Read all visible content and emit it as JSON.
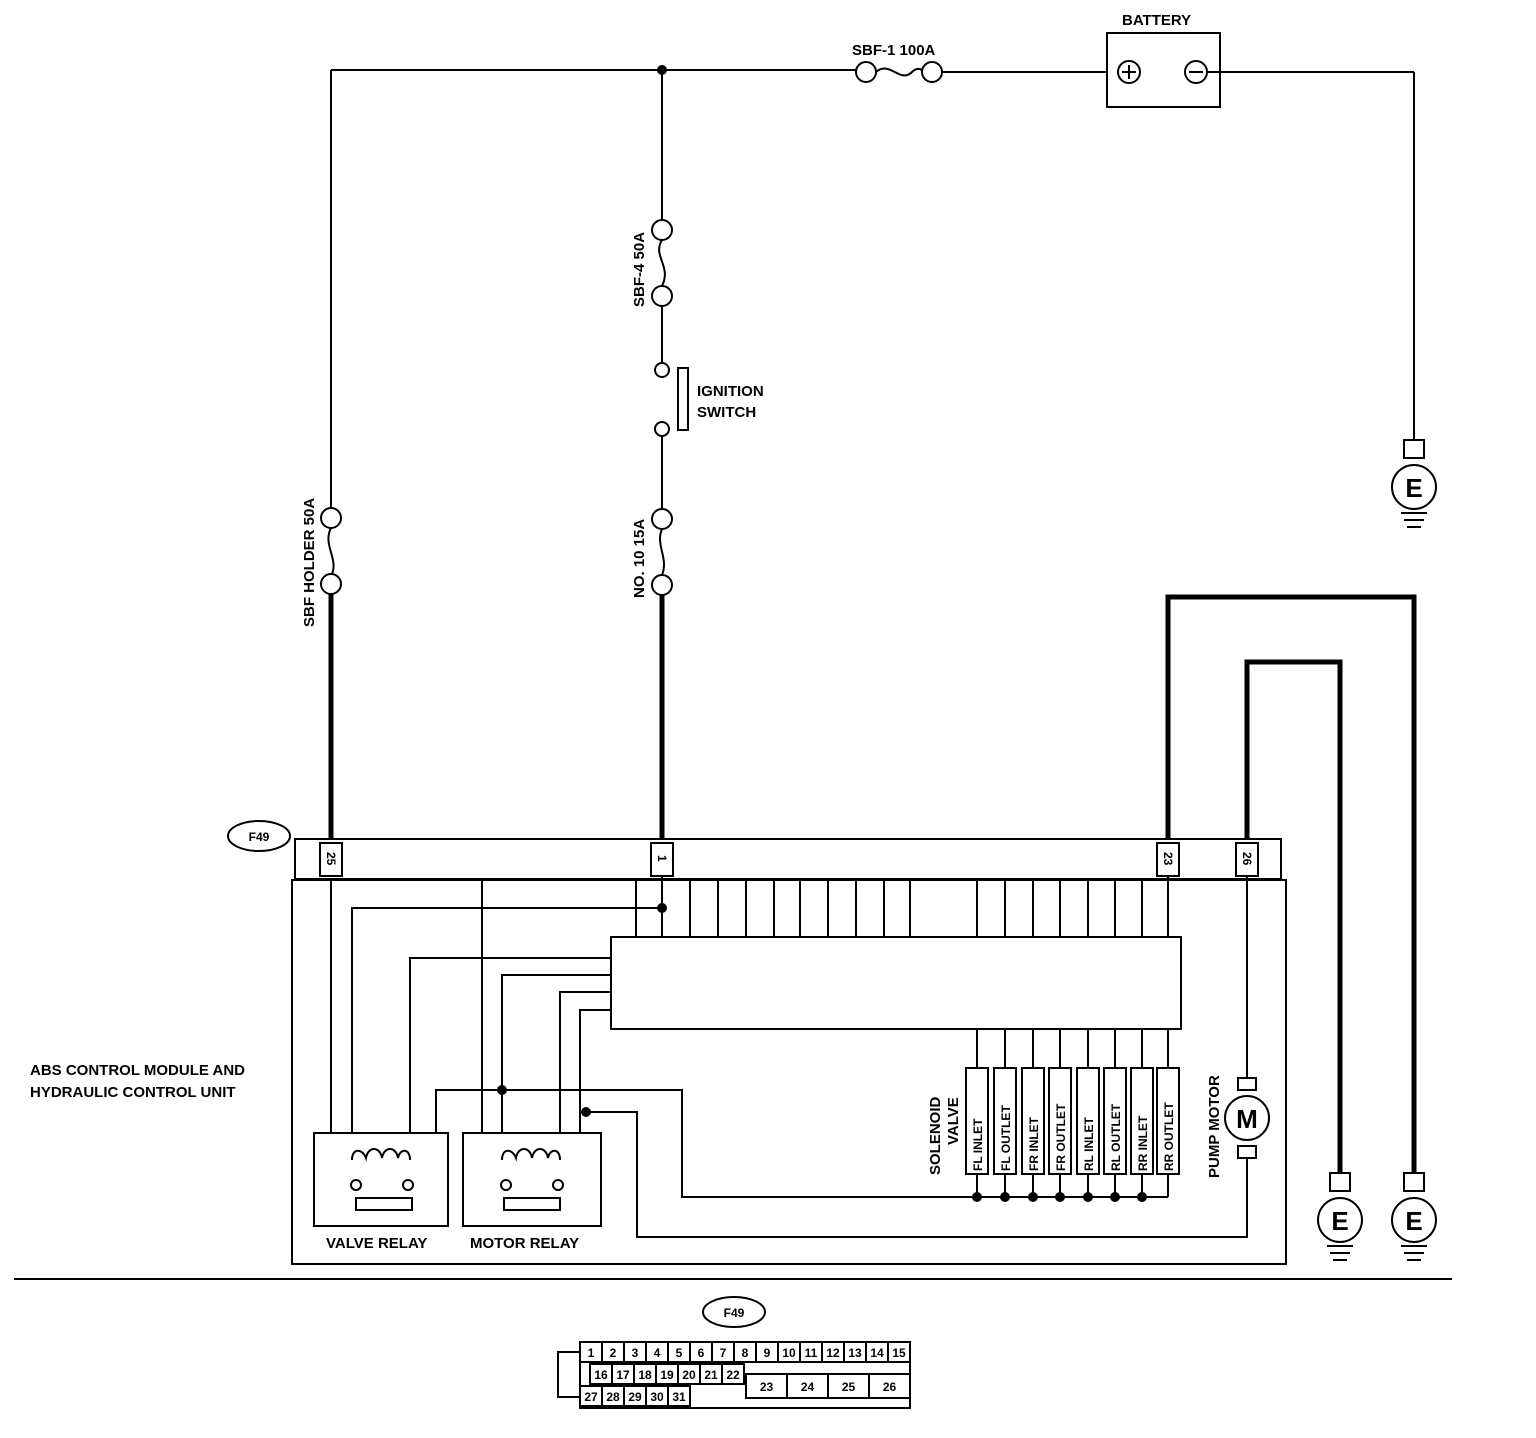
{
  "battery": {
    "label": "BATTERY"
  },
  "fuses": {
    "sbf1": "SBF-1 100A",
    "sbf4": "SBF-4 50A",
    "sbf_holder": "SBF HOLDER 50A",
    "no10": "NO. 10 15A"
  },
  "ignition": {
    "line1": "IGNITION",
    "line2": "SWITCH"
  },
  "connector": {
    "name": "F49",
    "pins": {
      "p25": "25",
      "p1": "1",
      "p23": "23",
      "p26": "26"
    }
  },
  "module": {
    "line1": "ABS CONTROL MODULE AND",
    "line2": "HYDRAULIC CONTROL UNIT"
  },
  "relays": {
    "valve": "VALVE RELAY",
    "motor": "MOTOR RELAY"
  },
  "solenoid": {
    "line1": "SOLENOID",
    "line2": "VALVE",
    "valves": [
      "FL INLET",
      "FL OUTLET",
      "FR INLET",
      "FR OUTLET",
      "RL INLET",
      "RL OUTLET",
      "RR INLET",
      "RR OUTLET"
    ]
  },
  "pump": {
    "label": "PUMP MOTOR",
    "symbol": "M"
  },
  "ground": {
    "symbol": "E"
  },
  "connector_face": {
    "name": "F49",
    "row1": [
      "1",
      "2",
      "3",
      "4",
      "5",
      "6",
      "7",
      "8",
      "9",
      "10",
      "11",
      "12",
      "13",
      "14",
      "15"
    ],
    "row2": [
      "16",
      "17",
      "18",
      "19",
      "20",
      "21",
      "22"
    ],
    "row3": [
      "27",
      "28",
      "29",
      "30",
      "31"
    ],
    "large": [
      "23",
      "24",
      "25",
      "26"
    ]
  }
}
